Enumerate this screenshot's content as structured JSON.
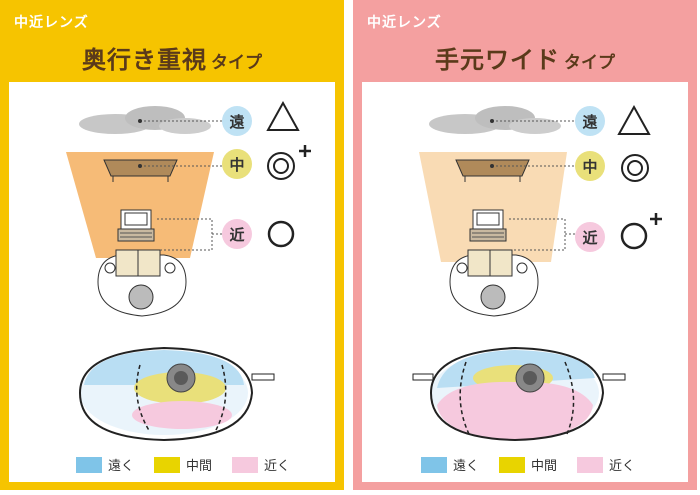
{
  "left": {
    "lens_name": "中近レンズ",
    "title_main": "奥行き重視",
    "title_suffix": "タイプ",
    "badges": {
      "far": "遠",
      "mid": "中",
      "near": "近"
    },
    "colors": {
      "panel": "#f6c400",
      "cone": "#f5b468",
      "far_badge": "#bfe2f4",
      "mid_badge": "#e9e07a",
      "near_badge": "#f6c9de"
    },
    "symbols": {
      "far": "triangle",
      "mid": "double-circle-plus",
      "near": "circle"
    }
  },
  "right": {
    "lens_name": "中近レンズ",
    "title_main": "手元ワイド",
    "title_suffix": "タイプ",
    "badges": {
      "far": "遠",
      "mid": "中",
      "near": "近"
    },
    "colors": {
      "panel": "#f4a0a0",
      "cone": "#f9d9b0",
      "far_badge": "#bfe2f4",
      "mid_badge": "#e9e07a",
      "near_badge": "#f6c9de"
    },
    "symbols": {
      "far": "triangle",
      "mid": "double-circle",
      "near": "circle-plus"
    }
  },
  "legend": [
    {
      "label": "遠く",
      "color": "#7fc4e8"
    },
    {
      "label": "中間",
      "color": "#e8d400"
    },
    {
      "label": "近く",
      "color": "#f6c9de"
    }
  ]
}
